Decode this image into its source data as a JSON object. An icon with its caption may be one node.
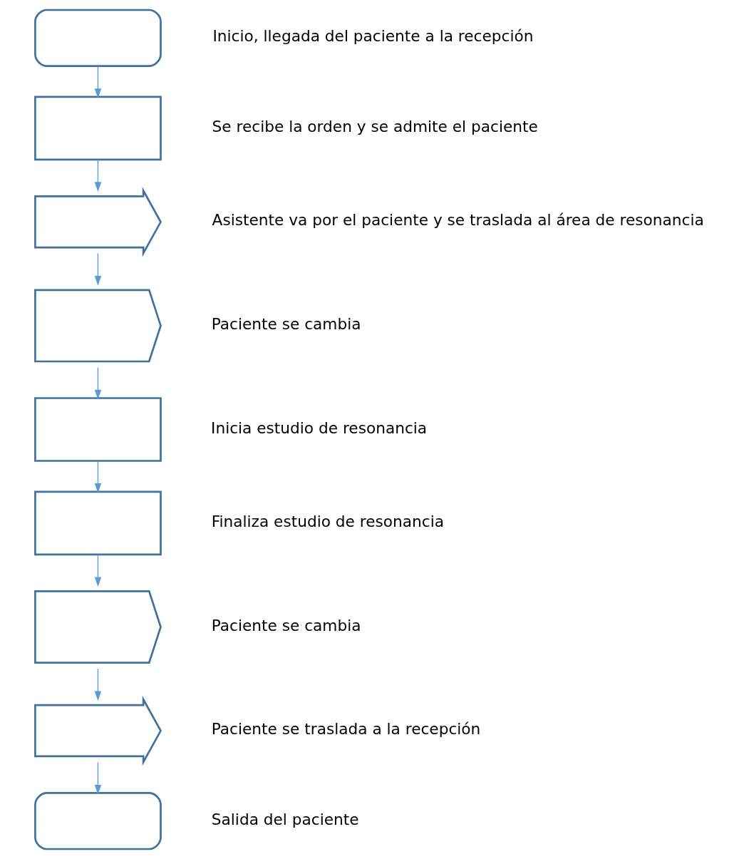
{
  "diagram": {
    "nodes": [
      {
        "text": [],
        "shape": "stadium",
        "beside": [
          "Inicio, llegada del paciente a la recepción"
        ]
      },
      {
        "text": [],
        "shape": "box",
        "beside": [
          "Se recibe la orden y se admite el paciente"
        ]
      },
      {
        "text": [],
        "shape": "arrow",
        "beside": [
          "Asistente va por el paciente y se traslada al área de resonancia"
        ]
      },
      {
        "text": [],
        "shape": "delay",
        "beside": [
          "Paciente se cambia"
        ]
      },
      {
        "text": [],
        "shape": "box",
        "beside": [
          "Inicia estudio de resonancia"
        ]
      },
      {
        "text": [],
        "shape": "box",
        "beside": [
          "Finaliza estudio de resonancia"
        ]
      },
      {
        "text": [],
        "shape": "delay",
        "beside": [
          "Paciente se cambia"
        ]
      },
      {
        "text": [],
        "shape": "arrow",
        "beside": [
          "Paciente se traslada a la recepción"
        ]
      },
      {
        "text": [],
        "shape": "stadium",
        "beside": [
          "Salida del paciente"
        ]
      }
    ],
    "edges": [
      {
        "from": 0,
        "to": 1,
        "arrow": "to"
      },
      {
        "from": 1,
        "to": 2,
        "arrow": "to"
      },
      {
        "from": 2,
        "to": 3,
        "arrow": "to"
      },
      {
        "from": 3,
        "to": 4,
        "arrow": "to"
      },
      {
        "from": 4,
        "to": 5,
        "arrow": "to"
      },
      {
        "from": 5,
        "to": 6,
        "arrow": "to"
      },
      {
        "from": 6,
        "to": 7,
        "arrow": "to"
      },
      {
        "from": 7,
        "to": 8,
        "arrow": "to"
      }
    ]
  }
}
